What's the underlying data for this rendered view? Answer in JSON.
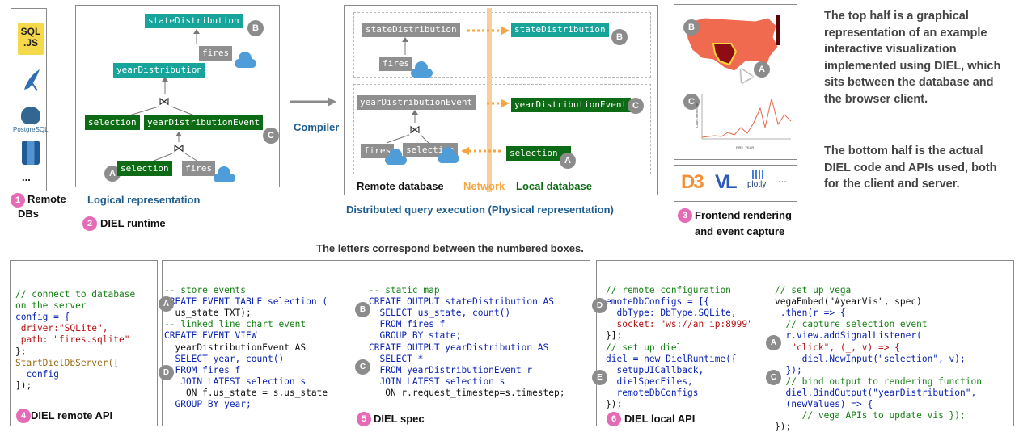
{
  "remote_dbs": {
    "sqljs_top": "SQL",
    "sqljs_bottom": ".JS",
    "postgres_label": "PostgreSQL",
    "more": "...",
    "badge": "1",
    "label_line1": "Remote",
    "label_line2": "DBs"
  },
  "runtime": {
    "badge": "2",
    "label": "DIEL runtime",
    "logical_label": "Logical representation",
    "nodes": {
      "stateDistribution": "stateDistribution",
      "fires_top": "fires",
      "yearDistribution": "yearDistribution",
      "selection_left": "selection",
      "yearDistributionEvent": "yearDistributionEvent",
      "selection_bottom": "selection",
      "fires_bottom": "fires"
    },
    "letters": {
      "b": "B",
      "c": "C",
      "a": "A"
    },
    "join_symbol": "⋈"
  },
  "compiler": {
    "label": "Compiler"
  },
  "distributed": {
    "label": "Distributed query execution (Physical representation)",
    "remote_db": "Remote database",
    "network": "Network",
    "local_db": "Local database",
    "nodes": {
      "stateDistribution_remote": "stateDistribution",
      "fires_top": "fires",
      "stateDistribution_local": "stateDistribution",
      "yearDistributionEvent_remote": "yearDistributionEvent",
      "yearDistributionEvent_local": "yearDistributionEvent",
      "fires_bottom": "fires",
      "selection_remote": "selection",
      "selection_local": "selection"
    },
    "letters": {
      "b": "B",
      "c": "C",
      "a": "A"
    },
    "join_symbol": "⋈"
  },
  "frontend": {
    "badge": "3",
    "label_line1": "Frontend rendering",
    "label_line2": "and event capture",
    "letters": {
      "b": "B",
      "a": "A",
      "c": "C"
    },
    "libs": {
      "d3": "D3",
      "vl": "VL",
      "plotly": "plotly",
      "more": "..."
    },
    "chart_xlabel": "FIRE_YEAR",
    "chart_ylabel": "Count of Records"
  },
  "description": {
    "p1": "The top half is a graphical representation of an example interactive visualization implemented using DIEL, which sits between the database and the browser client.",
    "p2": "The bottom half is the actual DIEL code and APIs used, both for the client and server."
  },
  "separator": "The letters correspond between the numbered boxes.",
  "remote_api": {
    "badge": "4",
    "label": "DIEL remote API",
    "lines": [
      "// connect to database",
      "on the server",
      "config = {",
      " driver:\"SQLite\",",
      " path: \"fires.sqlite\"",
      "};",
      "",
      "StartDielDbServer([",
      "  config",
      "]);"
    ]
  },
  "spec": {
    "badge": "5",
    "label": "DIEL spec",
    "left": [
      "-- store events",
      "CREATE EVENT TABLE selection (",
      "  us_state TXT);",
      "",
      "-- linked line chart event",
      "CREATE EVENT VIEW",
      "  yearDistributionEvent AS",
      "  SELECT year, count()",
      "  FROM fires f",
      "   JOIN LATEST selection s",
      "    ON f.us_state = s.us_state",
      "  GROUP BY year;"
    ],
    "right": [
      "-- static map",
      "CREATE OUTPUT stateDistribution AS",
      "  SELECT us_state, count()",
      "  FROM fires f",
      "  GROUP BY state;",
      "",
      "CREATE OUTPUT yearDistribution AS",
      "  SELECT *",
      "  FROM yearDistributionEvent r",
      "  JOIN LATEST selection s",
      "   ON r.request_timestep=s.timestep;"
    ],
    "letters": {
      "a": "A",
      "d": "D",
      "b": "B",
      "c": "C"
    }
  },
  "local_api": {
    "badge": "6",
    "label": "DIEL local API",
    "left": [
      "// remote configuration",
      "emoteDbConfigs = [{",
      "  dbType: DbType.SQLite,",
      "  socket: \"ws://an_ip:8999\"",
      "}];",
      "// set up diel",
      "diel = new DielRuntime({",
      "  setupUICallback,",
      "  dielSpecFiles,",
      "  remoteDbConfigs",
      "});"
    ],
    "right": [
      "// set up vega",
      "vegaEmbed(\"#yearVis\", spec)",
      " .then(r => {",
      "  // capture selection event",
      "  r.view.addSignalListener(",
      "   \"click\", (_, v) => {",
      "     diel.NewInput(\"selection\", v);",
      "  });",
      "  // bind output to rendering function",
      "  diel.BindOutput(\"yearDistribution\",",
      "  (newValues) => {",
      "     // vega APIs to update vis });",
      "});"
    ],
    "letters": {
      "d": "D",
      "e": "E",
      "a": "A",
      "c": "C"
    }
  },
  "colors": {
    "teal": "#17a59b",
    "green": "#0c6b14",
    "grey": "#8f8f8f",
    "orange": "#f5a642",
    "pink": "#e66bb6",
    "blue": "#1e5c8e",
    "keyword": "#0a22b0",
    "comment": "#158015",
    "string": "#b31313"
  }
}
